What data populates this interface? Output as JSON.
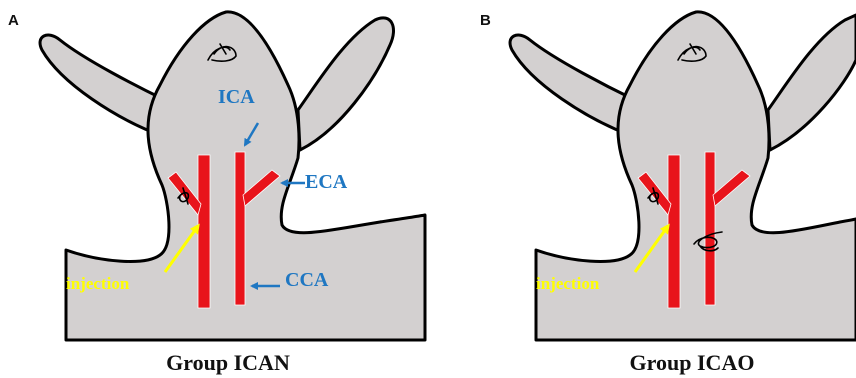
{
  "panels": [
    {
      "letter": "A",
      "caption": "Group ICAN",
      "labels": {
        "ica": "ICA",
        "eca": "ECA",
        "cca": "CCA",
        "injection": "injection"
      }
    },
    {
      "letter": "B",
      "caption": "Group ICAO",
      "labels": {
        "injection": "injection"
      }
    }
  ],
  "colors": {
    "background_body": "#d3d0d0",
    "vessel": "#e8141b",
    "blue_label": "#1f77c2",
    "injection": "#ffff00"
  }
}
